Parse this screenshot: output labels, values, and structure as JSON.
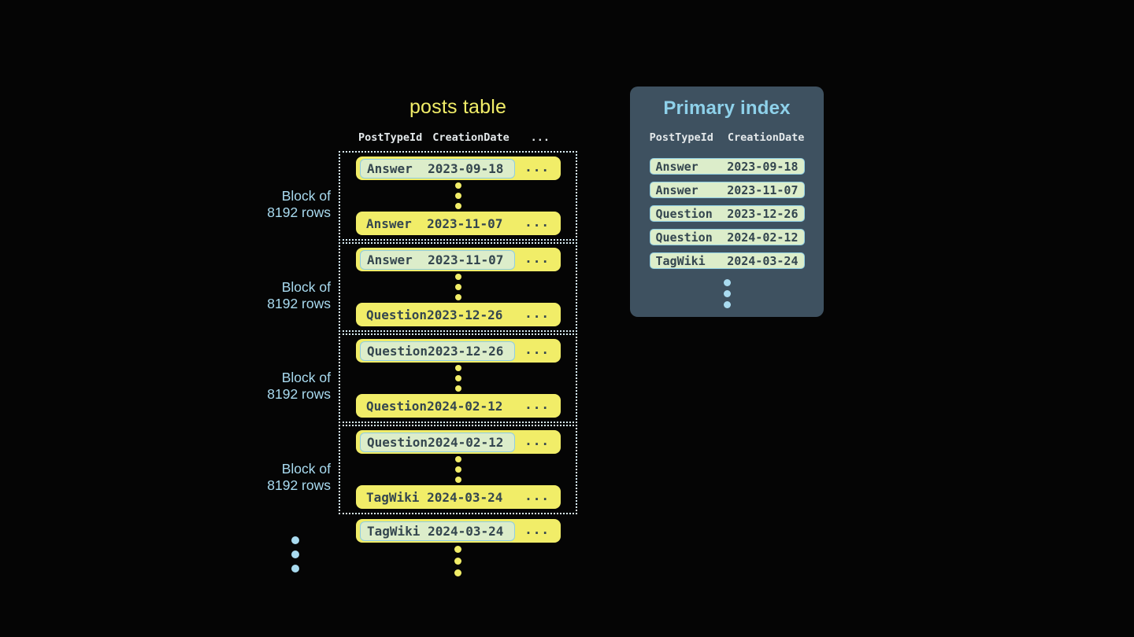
{
  "posts_table": {
    "title": "posts table",
    "headers": {
      "col1": "PostTypeId",
      "col2": "CreationDate",
      "col3": "..."
    },
    "blocks": [
      {
        "label_line1": "Block of",
        "label_line2": "8192 rows",
        "first_row": {
          "type": "Answer",
          "date": "2023-09-18",
          "more": "..."
        },
        "last_row": {
          "type": "Answer",
          "date": "2023-11-07",
          "more": "..."
        }
      },
      {
        "label_line1": "Block of",
        "label_line2": "8192 rows",
        "first_row": {
          "type": "Answer",
          "date": "2023-11-07",
          "more": "..."
        },
        "last_row": {
          "type": "Question",
          "date": "2023-12-26",
          "more": "..."
        }
      },
      {
        "label_line1": "Block of",
        "label_line2": "8192 rows",
        "first_row": {
          "type": "Question",
          "date": "2023-12-26",
          "more": "..."
        },
        "last_row": {
          "type": "Question",
          "date": "2024-02-12",
          "more": "..."
        }
      },
      {
        "label_line1": "Block of",
        "label_line2": "8192 rows",
        "first_row": {
          "type": "Question",
          "date": "2024-02-12",
          "more": "..."
        },
        "last_row": {
          "type": "TagWiki",
          "date": "2024-03-24",
          "more": "..."
        }
      }
    ],
    "overflow_row": {
      "type": "TagWiki",
      "date": "2024-03-24",
      "more": "..."
    }
  },
  "primary_index": {
    "title": "Primary index",
    "headers": {
      "col1": "PostTypeId",
      "col2": "CreationDate"
    },
    "rows": [
      {
        "type": "Answer",
        "date": "2023-09-18"
      },
      {
        "type": "Answer",
        "date": "2023-11-07"
      },
      {
        "type": "Question",
        "date": "2023-12-26"
      },
      {
        "type": "Question",
        "date": "2024-02-12"
      },
      {
        "type": "TagWiki",
        "date": "2024-03-24"
      }
    ]
  },
  "colors": {
    "background": "#050505",
    "row_yellow": "#f1ed68",
    "highlight_mint": "#dcedca",
    "accent_blue": "#8ed1ea",
    "panel_slate": "#3e5160",
    "text_dark": "#34464f"
  }
}
